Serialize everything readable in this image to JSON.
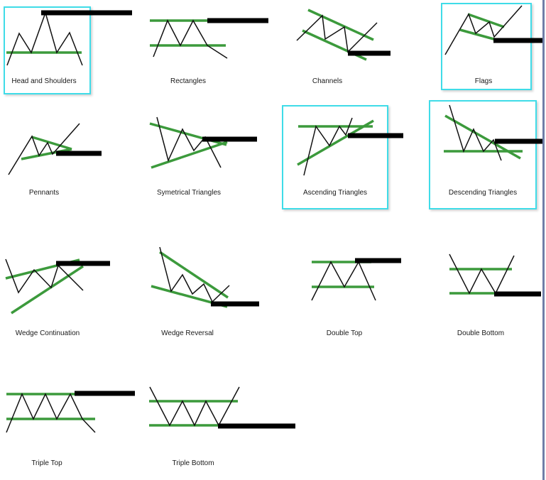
{
  "colors": {
    "trend_line": "#3c9a3c",
    "price_line": "#111111",
    "breakout_bar": "#000000",
    "highlight_box": "#3fdce8"
  },
  "patterns": [
    {
      "name": "Head and Shoulders",
      "highlighted": true
    },
    {
      "name": "Rectangles",
      "highlighted": false
    },
    {
      "name": "Channels",
      "highlighted": false
    },
    {
      "name": "Flags",
      "highlighted": true
    },
    {
      "name": "Pennants",
      "highlighted": false
    },
    {
      "name": "Symetrical Triangles",
      "highlighted": false
    },
    {
      "name": "Ascending Triangles",
      "highlighted": true
    },
    {
      "name": "Descending Triangles",
      "highlighted": true
    },
    {
      "name": "Wedge Continuation",
      "highlighted": false
    },
    {
      "name": "Wedge Reversal",
      "highlighted": false
    },
    {
      "name": "Double Top",
      "highlighted": false
    },
    {
      "name": "Double Bottom",
      "highlighted": false
    },
    {
      "name": "Triple Top",
      "highlighted": false
    },
    {
      "name": "Triple Bottom",
      "highlighted": false
    }
  ]
}
